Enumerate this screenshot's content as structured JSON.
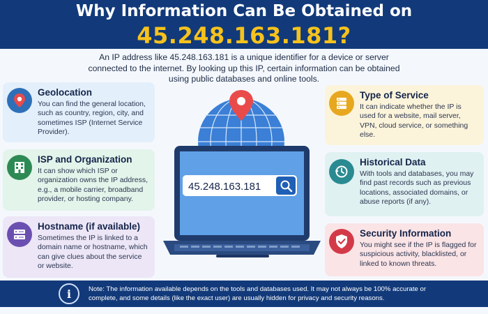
{
  "header": {
    "title_line1": "Why Information Can Be Obtained on",
    "title_line2": "45.248.163.181?"
  },
  "intro": "An IP address like 45.248.163.181 is a unique identifier for a device or server connected to the internet. By looking up this IP, certain information can be obtained using public databases and online tools.",
  "cards": {
    "geolocation": {
      "title": "Geolocation",
      "desc": "You can find the general location, such as country, region, city, and sometimes ISP (Internet Service Provider).",
      "icon": "map-pin-icon",
      "color": "#2e6fb8"
    },
    "isp": {
      "title": "ISP and Organization",
      "desc": "It can show which ISP or organization owns the IP address, e.g., a mobile carrier, broadband provider, or hosting company.",
      "icon": "building-icon",
      "color": "#2e8a55"
    },
    "hostname": {
      "title": "Hostname (if available)",
      "desc": "Sometimes the IP is linked to a domain name or hostname, which can give clues about the service or website.",
      "icon": "server-icon",
      "color": "#6b4fb0"
    },
    "type": {
      "title": "Type of Service",
      "desc": "It can indicate whether the IP is used for a website, mail server, VPN, cloud service, or something else.",
      "icon": "server-rack-icon",
      "color": "#e7a820"
    },
    "history": {
      "title": "Historical Data",
      "desc": "With tools and databases, you may find past records such as previous locations, associated domains, or abuse reports (if any).",
      "icon": "history-clock-icon",
      "color": "#2a8a91"
    },
    "security": {
      "title": "Security Information",
      "desc": "You might see if the IP is flagged for suspicious activity, blacklisted, or linked to known threats.",
      "icon": "shield-check-icon",
      "color": "#d33a48"
    }
  },
  "illustration": {
    "search_value": "45.248.163.181",
    "icons": [
      "globe-icon",
      "map-pin-icon",
      "laptop-icon",
      "search-icon"
    ]
  },
  "footer": {
    "note": "Note: The information available depends on the tools and databases used. It may not always be 100% accurate or complete, and some details (like the exact user) are usually hidden for privacy and security reasons.",
    "icon": "info-icon"
  },
  "colors": {
    "header_bg": "#123a7a",
    "accent_yellow": "#f6c21c",
    "page_bg": "#f4f8fd"
  }
}
